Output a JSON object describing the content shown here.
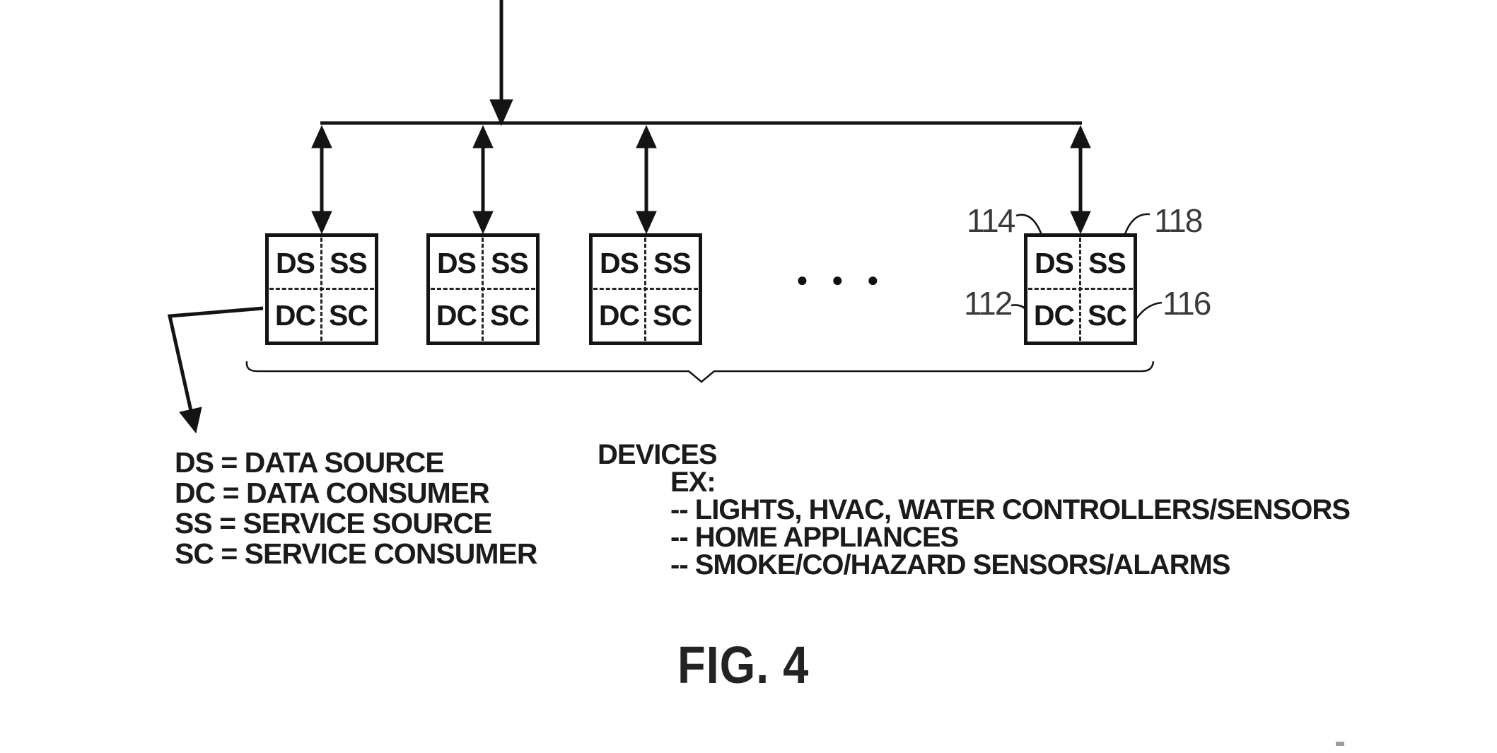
{
  "figure": {
    "caption": "FIG. 4"
  },
  "device_box": {
    "ds": "DS",
    "ss": "SS",
    "dc": "DC",
    "sc": "SC"
  },
  "ref_labels": {
    "top_left": "114",
    "top_right": "118",
    "bottom_left": "112",
    "bottom_right": "116"
  },
  "ellipsis": {
    "dots": "●●●"
  },
  "legend": {
    "lines": [
      "DS = DATA SOURCE",
      "DC = DATA CONSUMER",
      "SS = SERVICE SOURCE",
      "SC = SERVICE CONSUMER"
    ]
  },
  "devices": {
    "title": "DEVICES",
    "example_label": "EX:",
    "items": [
      "-- LIGHTS, HVAC, WATER CONTROLLERS/SENSORS",
      "-- HOME APPLIANCES",
      "-- SMOKE/CO/HAZARD SENSORS/ALARMS"
    ]
  },
  "colors": {
    "ink": "#141414",
    "numeral": "#3a3a3a"
  }
}
